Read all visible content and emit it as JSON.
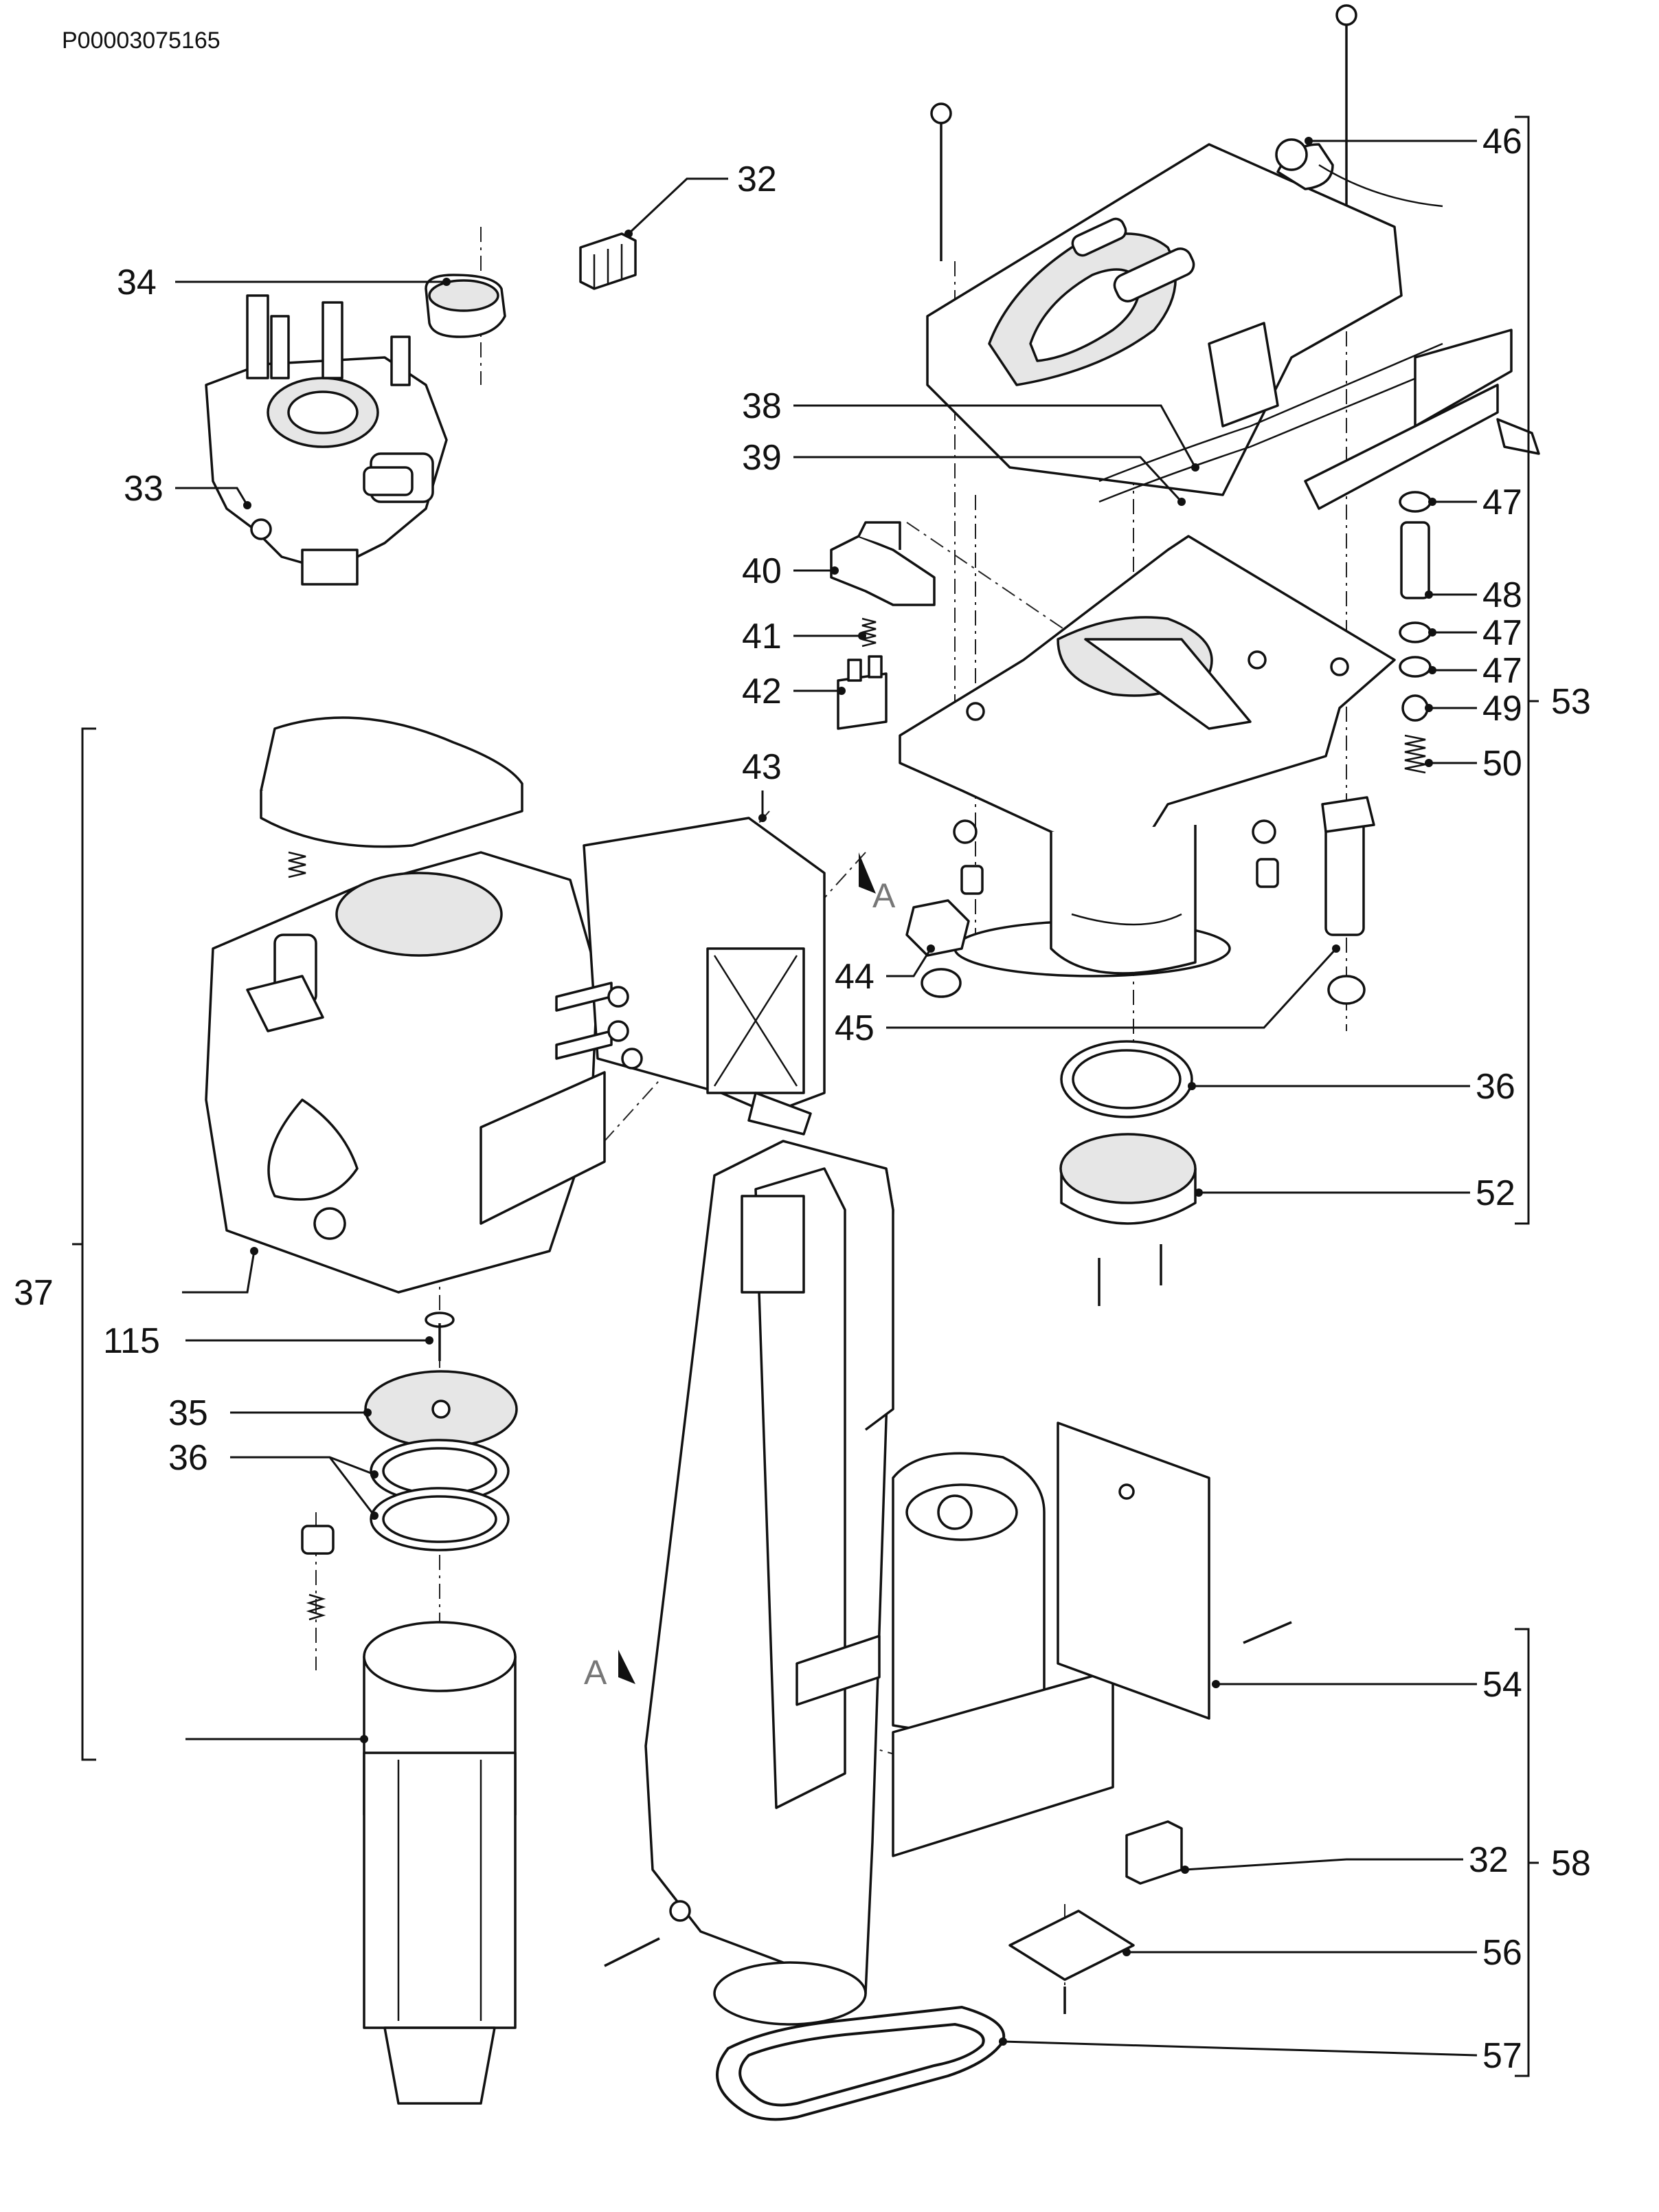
{
  "document_id": "P00003075165",
  "callouts": {
    "c32a": "32",
    "c34": "34",
    "c33": "33",
    "c46": "46",
    "c38": "38",
    "c39": "39",
    "c47a": "47",
    "c40": "40",
    "c48": "48",
    "c41": "41",
    "c47b": "47",
    "c47c": "47",
    "c42": "42",
    "c49": "49",
    "c53": "53",
    "c50": "50",
    "c43": "43",
    "c44": "44",
    "c45": "45",
    "c36a": "36",
    "c37": "37",
    "c52": "52",
    "c115": "115",
    "c35": "35",
    "c36b": "36",
    "c54": "54",
    "c32b": "32",
    "c58": "58",
    "c56": "56",
    "c57": "57"
  },
  "section_marks": {
    "upper": "A",
    "lower": "A"
  }
}
